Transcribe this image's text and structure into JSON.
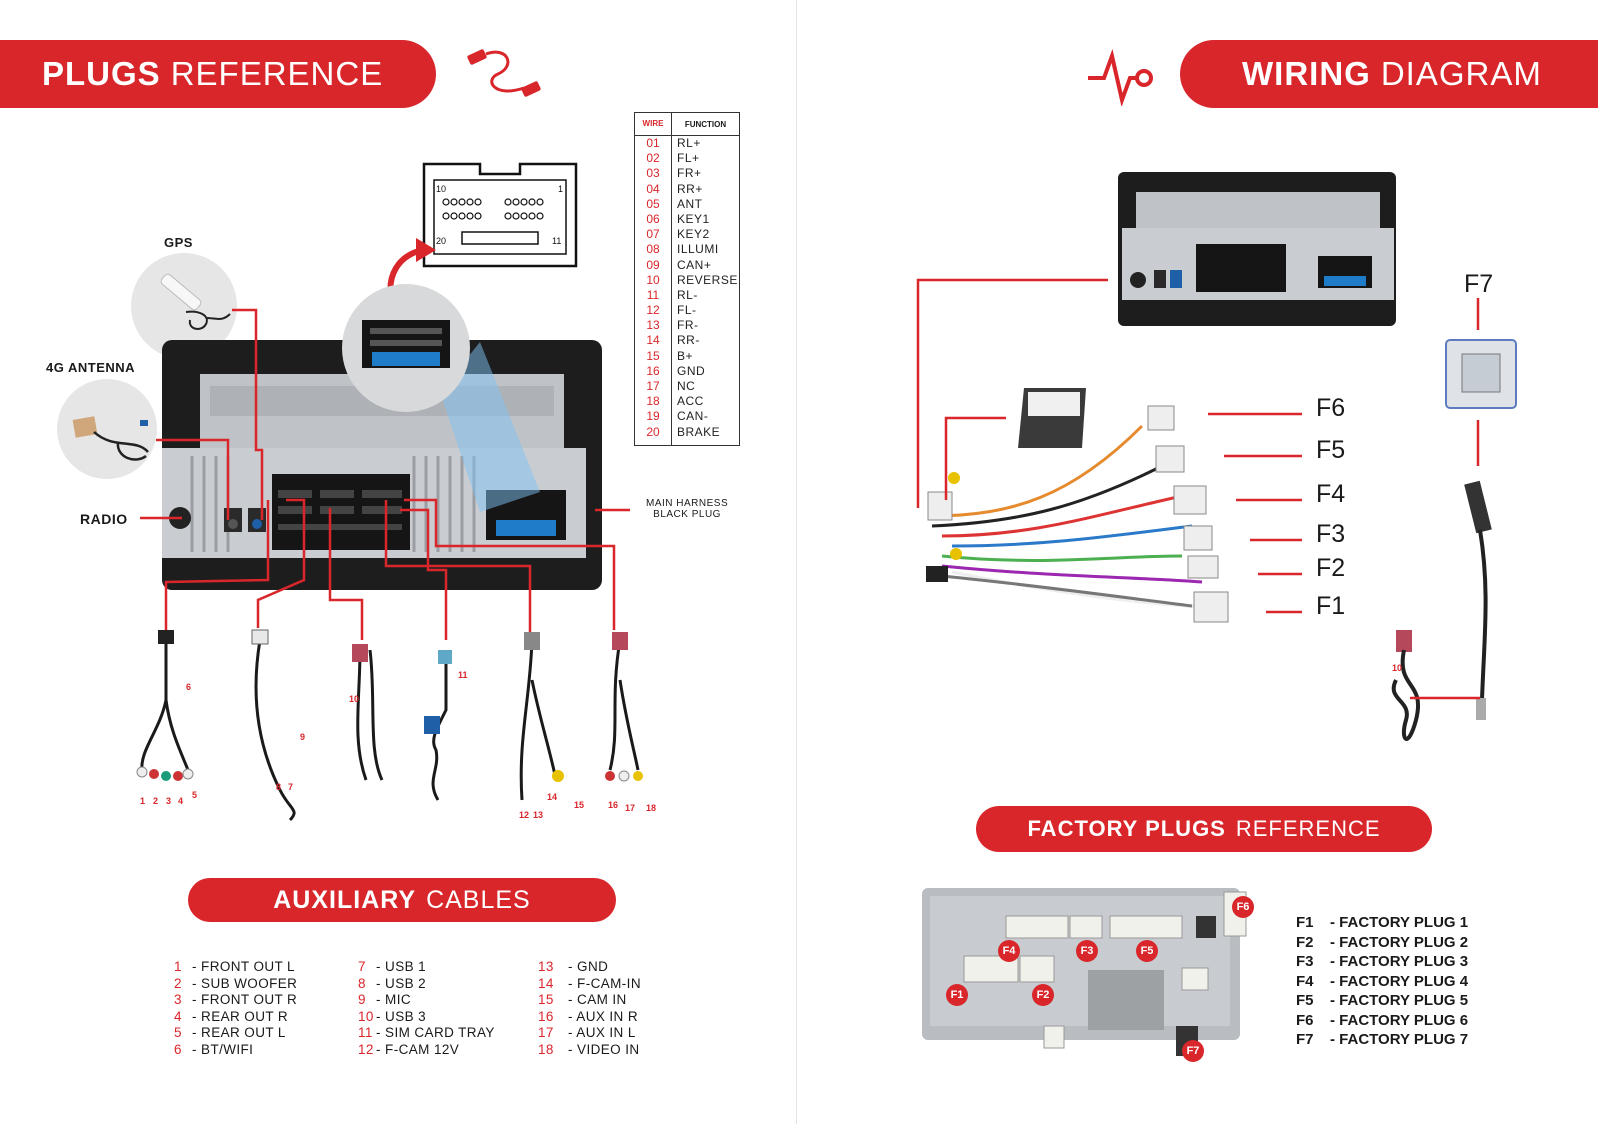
{
  "plugs_banner": {
    "bold": "PLUGS",
    "light": "REFERENCE"
  },
  "wiring_banner": {
    "bold": "WIRING",
    "light": "DIAGRAM"
  },
  "aux_banner": {
    "bold": "AUXILIARY",
    "light": "CABLES"
  },
  "factory_banner": {
    "bold": "FACTORY PLUGS",
    "light": "REFERENCE"
  },
  "labels": {
    "gps": "GPS",
    "antenna_4g": "4G ANTENNA",
    "radio": "RADIO",
    "main_harness": "MAIN HARNESS",
    "black_plug": "BLACK PLUG",
    "f7": "F7"
  },
  "connector_pins": {
    "top_left": "10",
    "top_right": "1",
    "bottom_left": "20",
    "bottom_right": "11"
  },
  "wire_table": {
    "header_wire": "WIRE",
    "header_function": "FUNCTION",
    "rows": [
      {
        "n": "01",
        "f": "RL+"
      },
      {
        "n": "02",
        "f": "FL+"
      },
      {
        "n": "03",
        "f": "FR+"
      },
      {
        "n": "04",
        "f": "RR+"
      },
      {
        "n": "05",
        "f": "ANT"
      },
      {
        "n": "06",
        "f": "KEY1"
      },
      {
        "n": "07",
        "f": "KEY2"
      },
      {
        "n": "08",
        "f": "ILLUMI"
      },
      {
        "n": "09",
        "f": "CAN+"
      },
      {
        "n": "10",
        "f": "REVERSE"
      },
      {
        "n": "11",
        "f": "RL-"
      },
      {
        "n": "12",
        "f": "FL-"
      },
      {
        "n": "13",
        "f": "FR-"
      },
      {
        "n": "14",
        "f": "RR-"
      },
      {
        "n": "15",
        "f": "B+"
      },
      {
        "n": "16",
        "f": "GND"
      },
      {
        "n": "17",
        "f": "NC"
      },
      {
        "n": "18",
        "f": "ACC"
      },
      {
        "n": "19",
        "f": "CAN-"
      },
      {
        "n": "20",
        "f": "BRAKE"
      }
    ]
  },
  "cable_numbers": {
    "n1": "1",
    "n2": "2",
    "n3": "3",
    "n4": "4",
    "n5": "5",
    "n6": "6",
    "n7": "7",
    "n8": "8",
    "n9": "9",
    "n10": "10",
    "n11": "11",
    "n12": "12",
    "n13": "13",
    "n14": "14",
    "n15": "15",
    "n16": "16",
    "n17": "17",
    "n18": "18"
  },
  "aux_legend": {
    "col1": [
      {
        "n": "1",
        "t": "- FRONT OUT L"
      },
      {
        "n": "2",
        "t": "- SUB WOOFER"
      },
      {
        "n": "3",
        "t": "- FRONT OUT R"
      },
      {
        "n": "4",
        "t": "- REAR OUT R"
      },
      {
        "n": "5",
        "t": "- REAR OUT L"
      },
      {
        "n": "6",
        "t": "- BT/WIFI"
      }
    ],
    "col2": [
      {
        "n": "7",
        "t": "- USB 1"
      },
      {
        "n": "8",
        "t": "- USB 2"
      },
      {
        "n": "9",
        "t": "- MIC"
      },
      {
        "n": "10",
        "t": "- USB 3"
      },
      {
        "n": "11",
        "t": "- SIM CARD TRAY"
      },
      {
        "n": "12",
        "t": "- F-CAM 12V"
      }
    ],
    "col3": [
      {
        "n": "13",
        "t": "- GND"
      },
      {
        "n": "14",
        "t": "- F-CAM-IN"
      },
      {
        "n": "15",
        "t": "- CAM IN"
      },
      {
        "n": "16",
        "t": "- AUX IN R"
      },
      {
        "n": "17",
        "t": "- AUX IN L"
      },
      {
        "n": "18",
        "t": "- VIDEO IN"
      }
    ]
  },
  "wiring_tags": {
    "f6": "F6",
    "f5": "F5",
    "f4": "F4",
    "f3": "F3",
    "f2": "F2",
    "f1": "F1",
    "f7": "F7",
    "n10": "10"
  },
  "factory_badges": {
    "f1": "F1",
    "f2": "F2",
    "f3": "F3",
    "f4": "F4",
    "f5": "F5",
    "f6": "F6",
    "f7": "F7"
  },
  "factory_legend": [
    {
      "k": "F1",
      "v": "- FACTORY PLUG 1"
    },
    {
      "k": "F2",
      "v": "- FACTORY PLUG 2"
    },
    {
      "k": "F3",
      "v": "- FACTORY PLUG 3"
    },
    {
      "k": "F4",
      "v": "- FACTORY PLUG 4"
    },
    {
      "k": "F5",
      "v": "- FACTORY PLUG 5"
    },
    {
      "k": "F6",
      "v": "- FACTORY PLUG 6"
    },
    {
      "k": "F7",
      "v": "- FACTORY PLUG 7"
    }
  ],
  "colors": {
    "accent": "#d9262b",
    "dark": "#1a1a1a",
    "metal": "#c9ccd0"
  }
}
